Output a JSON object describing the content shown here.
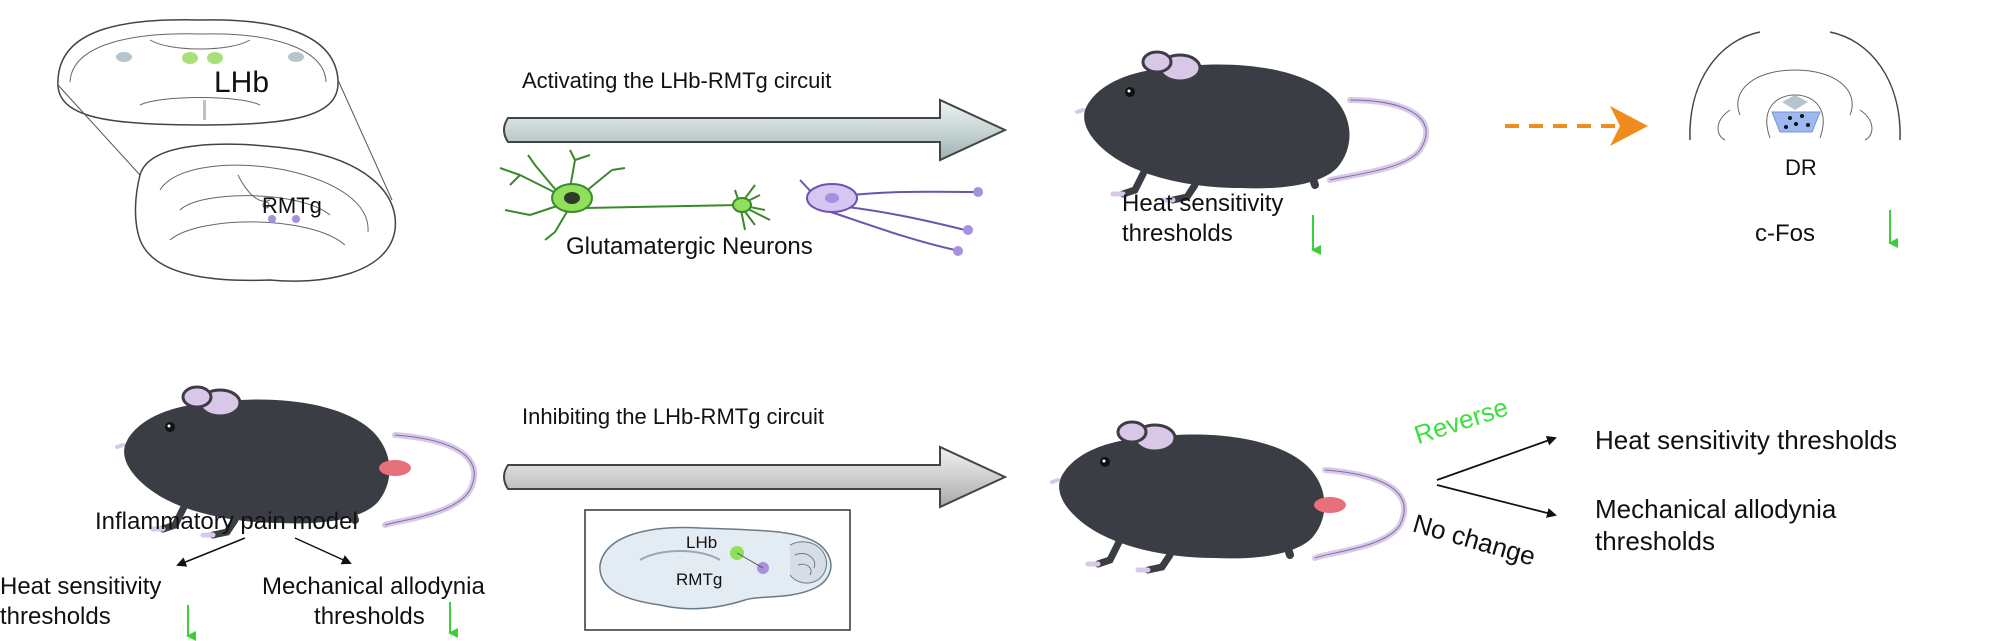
{
  "top_panel": {
    "brain_label_lhb": "LHb",
    "brain_label_rmtg": "RMTg",
    "arrow_label": "Activating the LHb-RMTg circuit",
    "neuron_caption": "Glutamatergic Neurons",
    "mouse_result_line1": "Heat sensitivity",
    "mouse_result_line2": "thresholds",
    "dr_label": "DR",
    "cfos_label": "c-Fos"
  },
  "bottom_panel": {
    "model_caption": "Inflammatory pain model",
    "left_branch_line1": "Heat sensitivity",
    "left_branch_line2": "thresholds",
    "right_branch_line1": "Mechanical allodynia",
    "right_branch_line2": "thresholds",
    "arrow_label": "Inhibiting the LHb-RMTg circuit",
    "inset_label_lhb": "LHb",
    "inset_label_rmtg": "RMTg",
    "reverse_label": "Reverse",
    "no_change_label": "No change",
    "outcome_heat": "Heat sensitivity thresholds",
    "outcome_mech_line1": "Mechanical allodynia",
    "outcome_mech_line2": "thresholds"
  },
  "colors": {
    "mouse_body": "#3a3d43",
    "mouse_ear": "#d9c7e8",
    "tail": "#d8c9ea",
    "inflamed_paw": "#e8707a",
    "neuron_green": "#8fe05a",
    "neuron_purple": "#a88fe0",
    "down_arrow": "#3ccf3c",
    "reverse_text": "#3ee03e",
    "dashed_arrow": "#f08c1e",
    "dr_fill": "#9cb8f0"
  }
}
